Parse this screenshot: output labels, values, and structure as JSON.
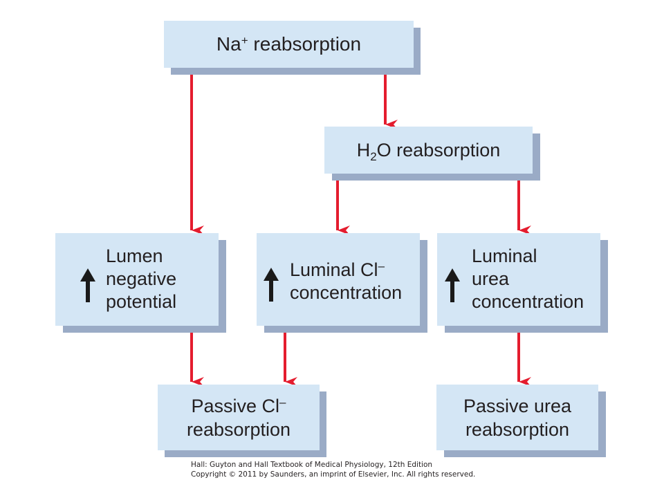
{
  "nodes": {
    "na_reabsorption": {
      "main": "Na",
      "sup": "+",
      "rest": " reabsorption"
    },
    "h2o_reabsorption": {
      "pre": "H",
      "sub": "2",
      "rest": "O reabsorption"
    },
    "lumen_negative_potential": {
      "lines": [
        "Lumen",
        "negative",
        "potential"
      ]
    },
    "luminal_cl_concentration": {
      "line1": "Luminal Cl",
      "sup": "–",
      "line2": "concentration"
    },
    "luminal_urea_concentration": {
      "lines": [
        "Luminal",
        "urea",
        "concentration"
      ]
    },
    "passive_cl_reabsorption": {
      "line1": "Passive Cl",
      "sup": "–",
      "line2": "reabsorption"
    },
    "passive_urea_reabsorption": {
      "lines": [
        "Passive urea",
        "reabsorption"
      ]
    }
  },
  "footer": {
    "line1": "Hall: Guyton and Hall Textbook of Medical Physiology, 12th Edition",
    "line2": "Copyright © 2011 by Saunders, an imprint of Elsevier, Inc. All rights reserved."
  },
  "colors": {
    "box": "#d4e6f5",
    "shadow": "#9aabc6",
    "arrow": "#e41c2e",
    "up_arrow": "#1a1a1a"
  }
}
